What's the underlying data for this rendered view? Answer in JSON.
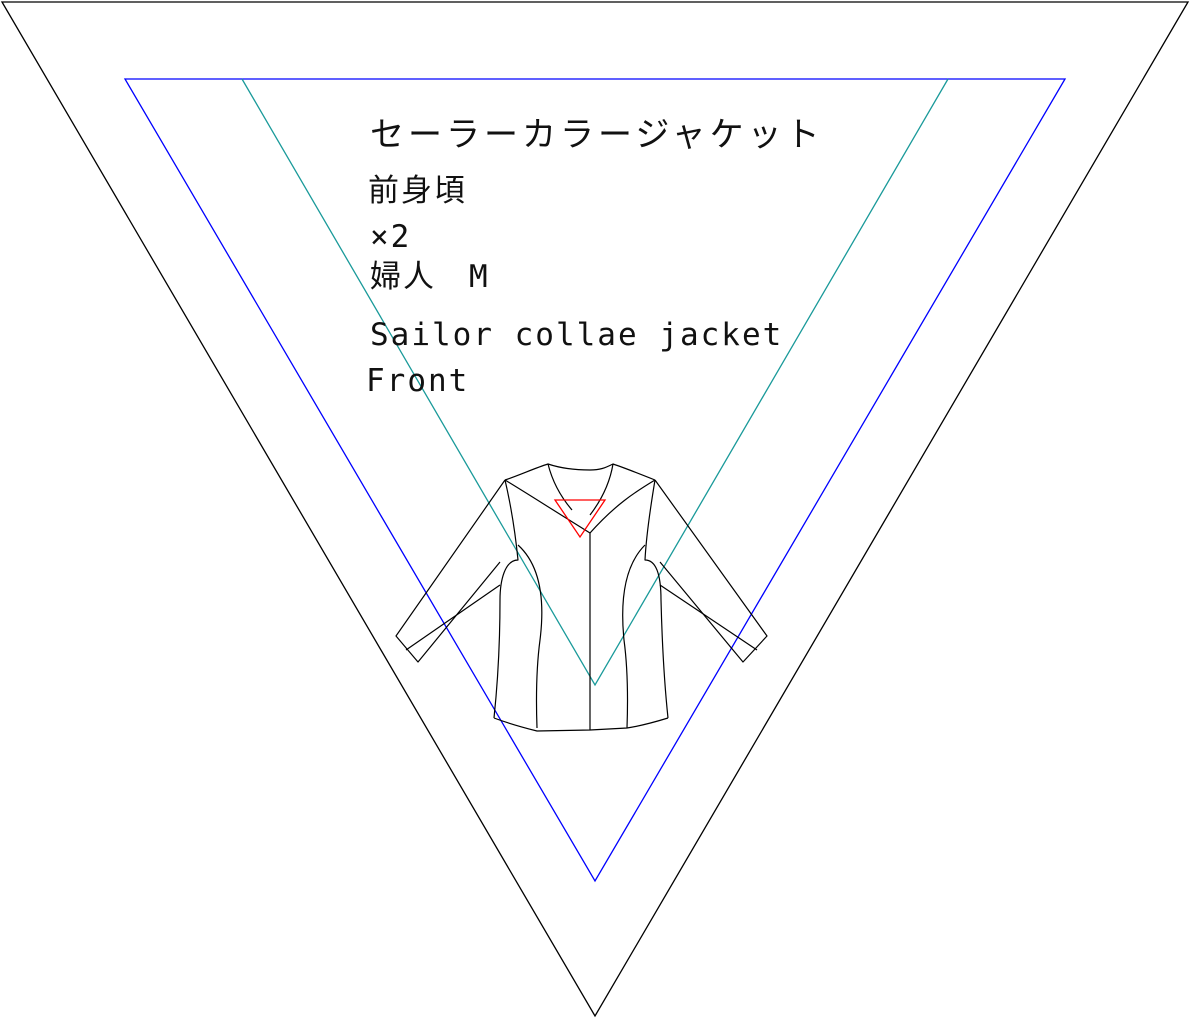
{
  "labels": {
    "title_ja": "セーラーカラージャケット",
    "piece_ja": "前身頃",
    "quantity": "×2",
    "size_ja": "婦人　M",
    "title_en": "Sailor collae jacket",
    "piece_en": "Front"
  },
  "colors": {
    "outer_triangle": "#000000",
    "cut_line": "#0000ff",
    "sew_line": "#1a9a9a",
    "marker": "#ff0000",
    "sketch": "#000000"
  }
}
